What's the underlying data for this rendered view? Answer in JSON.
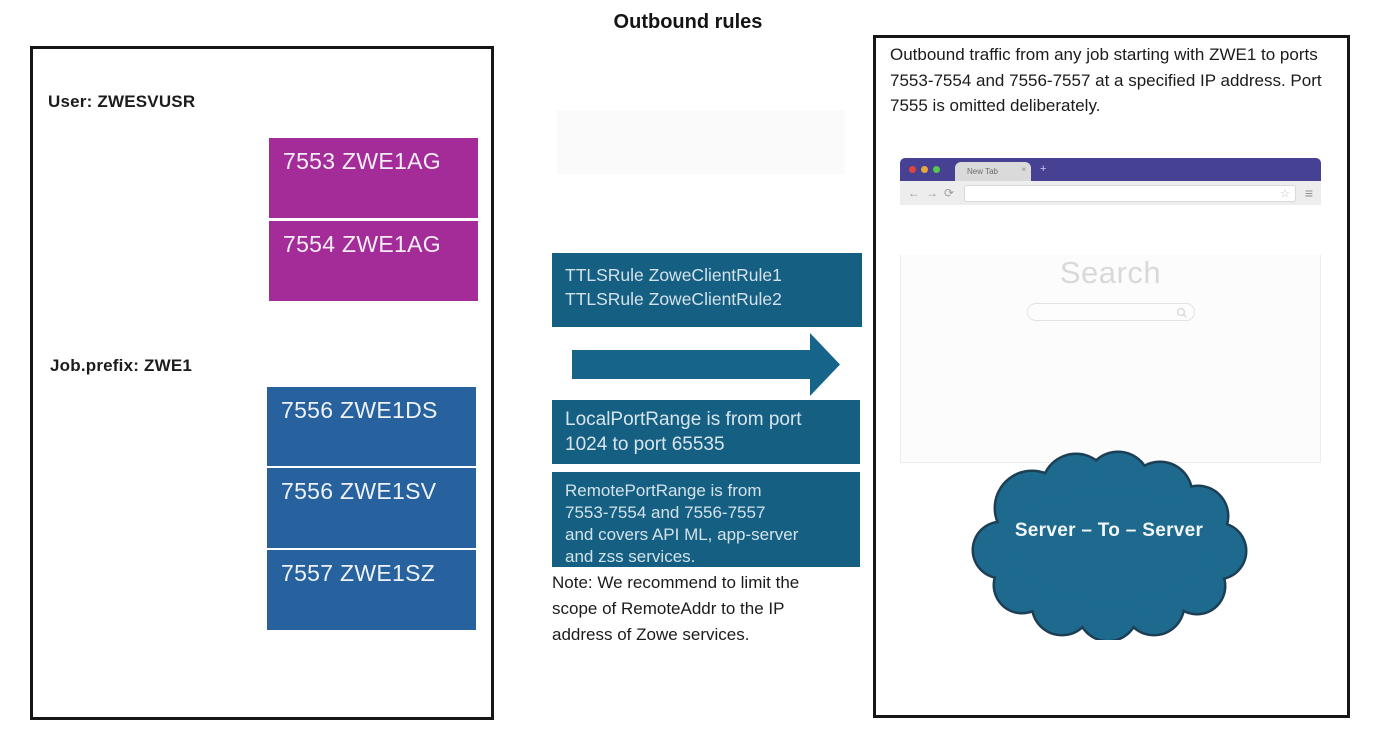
{
  "title": "Outbound rules",
  "left_panel": {
    "user_label": "User: ZWESVUSR",
    "job_prefix_label": "Job.prefix: ZWE1",
    "agent_ports": [
      {
        "label": "7553 ZWE1AG"
      },
      {
        "label": "7554 ZWE1AG"
      }
    ],
    "job_ports": [
      {
        "label": "7556 ZWE1DS"
      },
      {
        "label": "7556 ZWE1SV"
      },
      {
        "label": "7557 ZWE1SZ"
      }
    ],
    "colors": {
      "agent_box": "#a32c98",
      "job_box": "#27619e",
      "border": "#161616"
    }
  },
  "middle": {
    "ttls_rules": {
      "line1": "TTLSRule ZoweClientRule1",
      "line2": "TTLSRule ZoweClientRule2"
    },
    "local_port_range": {
      "line1": "LocalPortRange is from port",
      "line2": "1024 to port 65535"
    },
    "remote_port_range": {
      "line1": "RemotePortRange is from",
      "line2": "7553-7554 and 7556-7557",
      "line3": "and covers API ML, app-server",
      "line4": "and zss services."
    },
    "note": {
      "line1": "Note: We recommend to limit the",
      "line2": "scope of RemoteAddr to the IP",
      "line3": "address of Zowe services."
    },
    "colors": {
      "rule_box": "#156082",
      "arrow": "#17648a"
    }
  },
  "right_panel": {
    "description": "Outbound traffic from any job starting with ZWE1 to ports 7553-7554 and 7556-7557 at a specified IP address. Port 7555 is omitted deliberately.",
    "browser": {
      "tab_label": "New Tab",
      "tab_close_glyph": "×",
      "new_tab_glyph": "+",
      "back_glyph": "←",
      "forward_glyph": "→",
      "reload_glyph": "⟳",
      "bookmark_glyph": "☆",
      "menu_glyph": "≡",
      "search_label": "Search",
      "titlebar_color": "#474193"
    },
    "cloud": {
      "label": "Server – To – Server",
      "fill_color": "#1d6a8e",
      "outline_color": "#1c3f55"
    }
  }
}
